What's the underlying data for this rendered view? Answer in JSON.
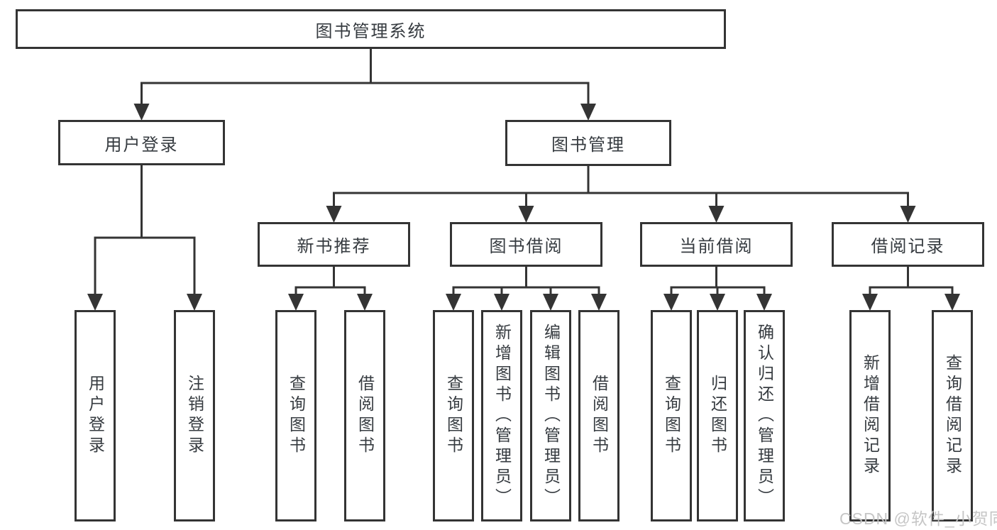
{
  "diagram": {
    "root": {
      "label": "图书管理系统"
    },
    "level2": {
      "user_login": {
        "label": "用户登录"
      },
      "book_management": {
        "label": "图书管理"
      }
    },
    "level3": {
      "new_book_recommend": {
        "label": "新书推荐"
      },
      "book_borrow": {
        "label": "图书借阅"
      },
      "current_borrow": {
        "label": "当前借阅"
      },
      "borrow_record": {
        "label": "借阅记录"
      }
    },
    "leaves": {
      "user_login_group": [
        "用户登录",
        "注销登录"
      ],
      "new_book_group": [
        "查询图书",
        "借阅图书"
      ],
      "book_borrow_group": [
        "查询图书",
        "新增图书（管理员）",
        "编辑图书（管理员）",
        "借阅图书"
      ],
      "current_borrow_group": [
        "查询图书",
        "归还图书",
        "确认归还（管理员）"
      ],
      "borrow_record_group": [
        "新增借阅记录",
        "查询借阅记录"
      ]
    },
    "colors": {
      "border": "#343434",
      "text": "#363b40",
      "watermark": "#c3c3c3",
      "background": "#ffffff"
    }
  },
  "watermark": {
    "text": "CSDN @软件_小贺同学"
  }
}
